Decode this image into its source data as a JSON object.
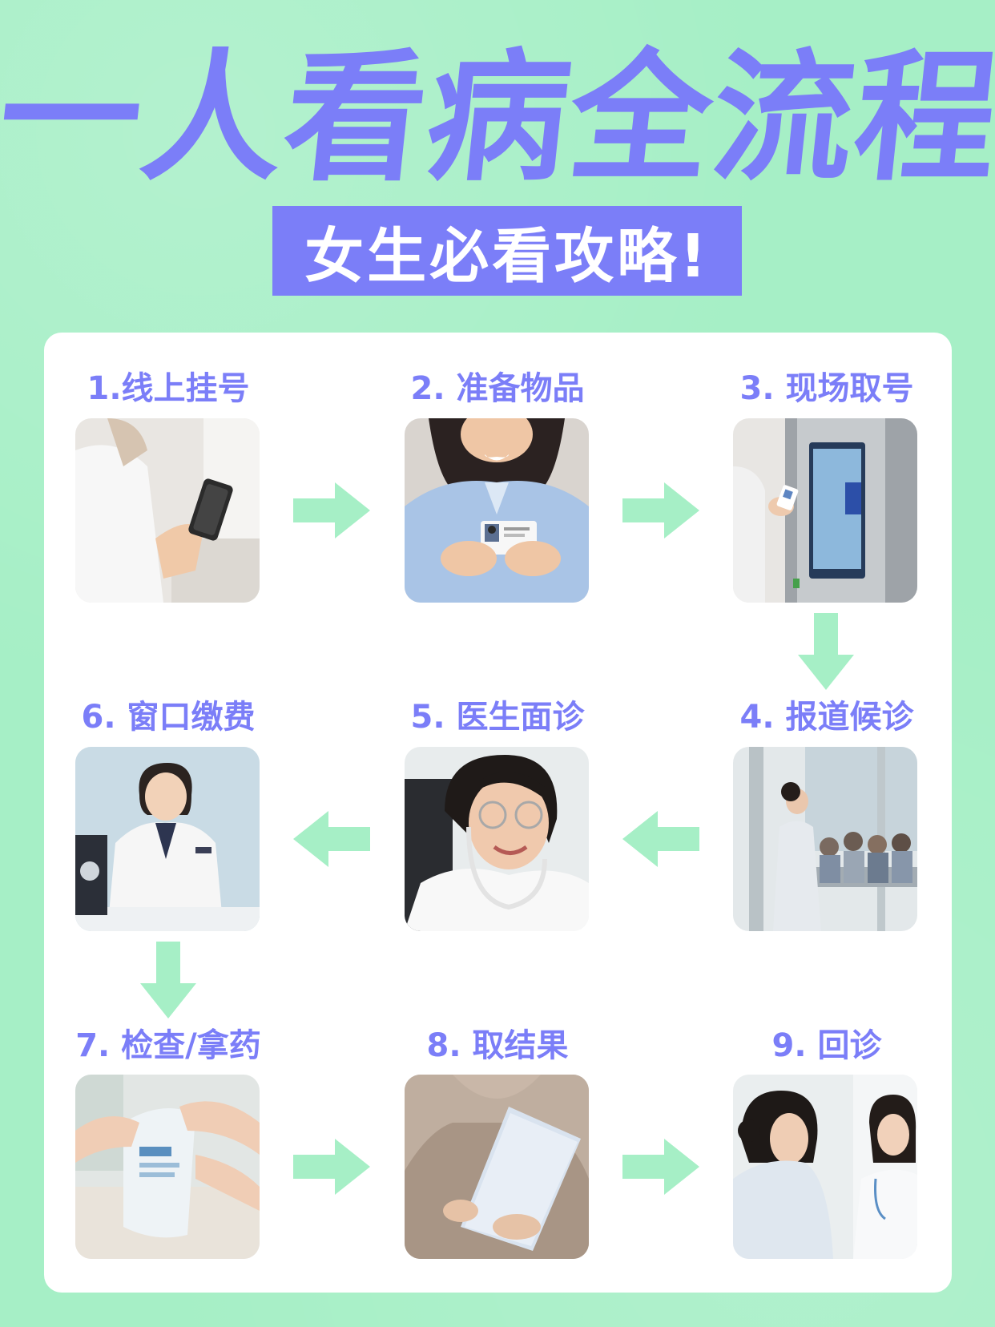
{
  "title": "一人看病全流程",
  "subtitle": "女生必看攻略!",
  "colors": {
    "background": "#a6efc6",
    "accent": "#7b7ef8",
    "arrow": "#a6efc6",
    "card": "#ffffff"
  },
  "steps": [
    {
      "label": "1.线上挂号",
      "icon": "phone-registration-photo"
    },
    {
      "label": "2. 准备物品",
      "icon": "id-card-photo"
    },
    {
      "label": "3. 现场取号",
      "icon": "ticket-kiosk-photo"
    },
    {
      "label": "4. 报道候诊",
      "icon": "waiting-room-photo"
    },
    {
      "label": "5. 医生面诊",
      "icon": "doctor-consultation-photo"
    },
    {
      "label": "6. 窗口缴费",
      "icon": "payment-window-photo"
    },
    {
      "label": "7. 检查/拿药",
      "icon": "medicine-bag-photo"
    },
    {
      "label": "8. 取结果",
      "icon": "report-paper-photo"
    },
    {
      "label": "9. 回诊",
      "icon": "follow-up-visit-photo"
    }
  ]
}
